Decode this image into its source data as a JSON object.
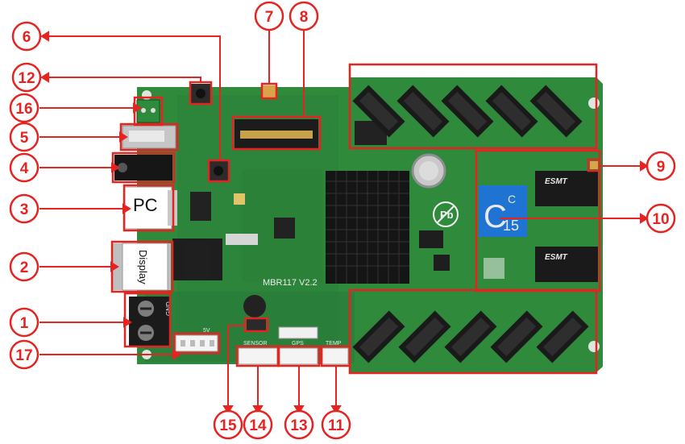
{
  "colors": {
    "callout_red": "#e52421",
    "pcb_green": "#2f8a3c",
    "pcb_dark": "#1f6a2c",
    "connector_black": "#1c1c1c",
    "fpga_blue": "#1f73d2"
  },
  "callouts": {
    "c1": "1",
    "c2": "2",
    "c3": "3",
    "c4": "4",
    "c5": "5",
    "c6": "6",
    "c7": "7",
    "c8": "8",
    "c9": "9",
    "c10": "10",
    "c11": "11",
    "c12": "12",
    "c13": "13",
    "c14": "14",
    "c15": "15",
    "c16": "16",
    "c17": "17"
  },
  "labels": {
    "pc": "PC",
    "display": "Display",
    "model": "MBR117 V2.2",
    "fpga_letter": "C",
    "fpga_small": "C",
    "fpga_number": "15",
    "ram_top": "ESMT",
    "ram_bottom": "ESMT",
    "sensor": "SENSOR",
    "gps": "GPS",
    "temp": "TEMP",
    "gnd": "GND",
    "v5": "5V"
  }
}
